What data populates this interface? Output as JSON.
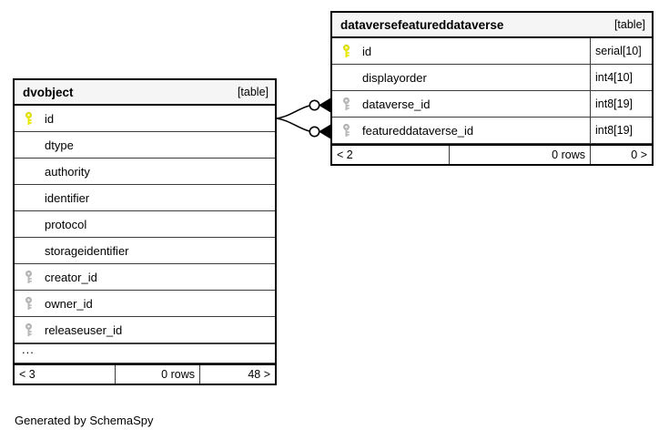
{
  "diagram": {
    "type": "entity-relationship-diagram",
    "generator_note": "Generated by SchemaSpy",
    "background_color": "#ffffff",
    "pk_key_color": "#e8e800",
    "fk_key_color": "#b0b0b0",
    "border_color": "#000000",
    "header_background": "#f5f5f5"
  },
  "tables": [
    {
      "id": "dvobject",
      "name": "dvobject",
      "tag": "[table]",
      "columns": [
        {
          "name": "id",
          "type": "",
          "key": "primary"
        },
        {
          "name": "dtype",
          "type": "",
          "key": "none"
        },
        {
          "name": "authority",
          "type": "",
          "key": "none"
        },
        {
          "name": "identifier",
          "type": "",
          "key": "none"
        },
        {
          "name": "protocol",
          "type": "",
          "key": "none"
        },
        {
          "name": "storageidentifier",
          "type": "",
          "key": "none"
        },
        {
          "name": "creator_id",
          "type": "",
          "key": "foreign"
        },
        {
          "name": "owner_id",
          "type": "",
          "key": "foreign"
        },
        {
          "name": "releaseuser_id",
          "type": "",
          "key": "foreign"
        }
      ],
      "has_more_indicator": true,
      "more_indicator": "...",
      "footer": {
        "left": "< 3",
        "middle": "0 rows",
        "right": "48 >"
      }
    },
    {
      "id": "dataversefeatureddataverse",
      "name": "dataversefeatureddataverse",
      "tag": "[table]",
      "columns": [
        {
          "name": "id",
          "type": "serial[10]",
          "key": "primary"
        },
        {
          "name": "displayorder",
          "type": "int4[10]",
          "key": "none"
        },
        {
          "name": "dataverse_id",
          "type": "int8[19]",
          "key": "foreign"
        },
        {
          "name": "featureddataverse_id",
          "type": "int8[19]",
          "key": "foreign"
        }
      ],
      "has_more_indicator": false,
      "more_indicator": "",
      "footer": {
        "left": "< 2",
        "middle": "0 rows",
        "right": "0 >"
      }
    }
  ],
  "relationships": [
    {
      "from_table": "dvobject",
      "from_column": "id",
      "to_table": "dataversefeatureddataverse",
      "to_column": "dataverse_id",
      "cardinality": "zero-or-many"
    },
    {
      "from_table": "dvobject",
      "from_column": "id",
      "to_table": "dataversefeatureddataverse",
      "to_column": "featureddataverse_id",
      "cardinality": "zero-or-many"
    }
  ]
}
